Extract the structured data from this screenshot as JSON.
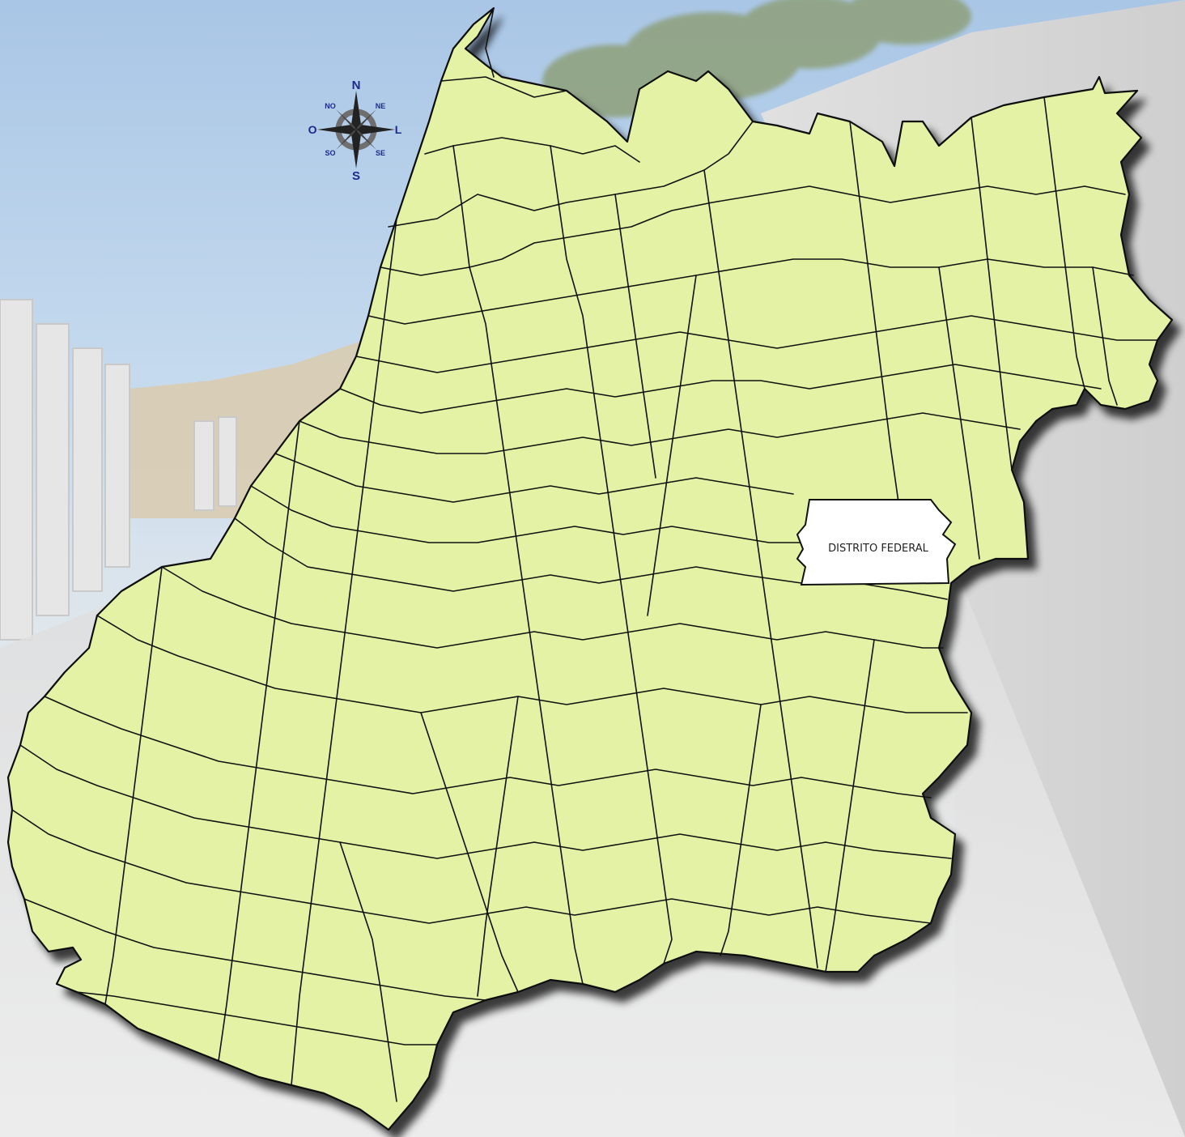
{
  "map": {
    "region_fill": "#e3f2a4",
    "boundary_color": "#111111",
    "district_fill": "#ffffff"
  },
  "labels": {
    "district": "DISTRITO FEDERAL"
  },
  "compass": {
    "icon": "compass-rose-icon",
    "north": "N",
    "south": "S",
    "east": "L",
    "west": "O",
    "northeast": "NE",
    "northwest": "NO",
    "southeast": "SE",
    "southwest": "SO",
    "color": "#1d2a8a"
  },
  "background": {
    "sky": "#b9d2ea",
    "concrete": "#d6d6d6"
  }
}
